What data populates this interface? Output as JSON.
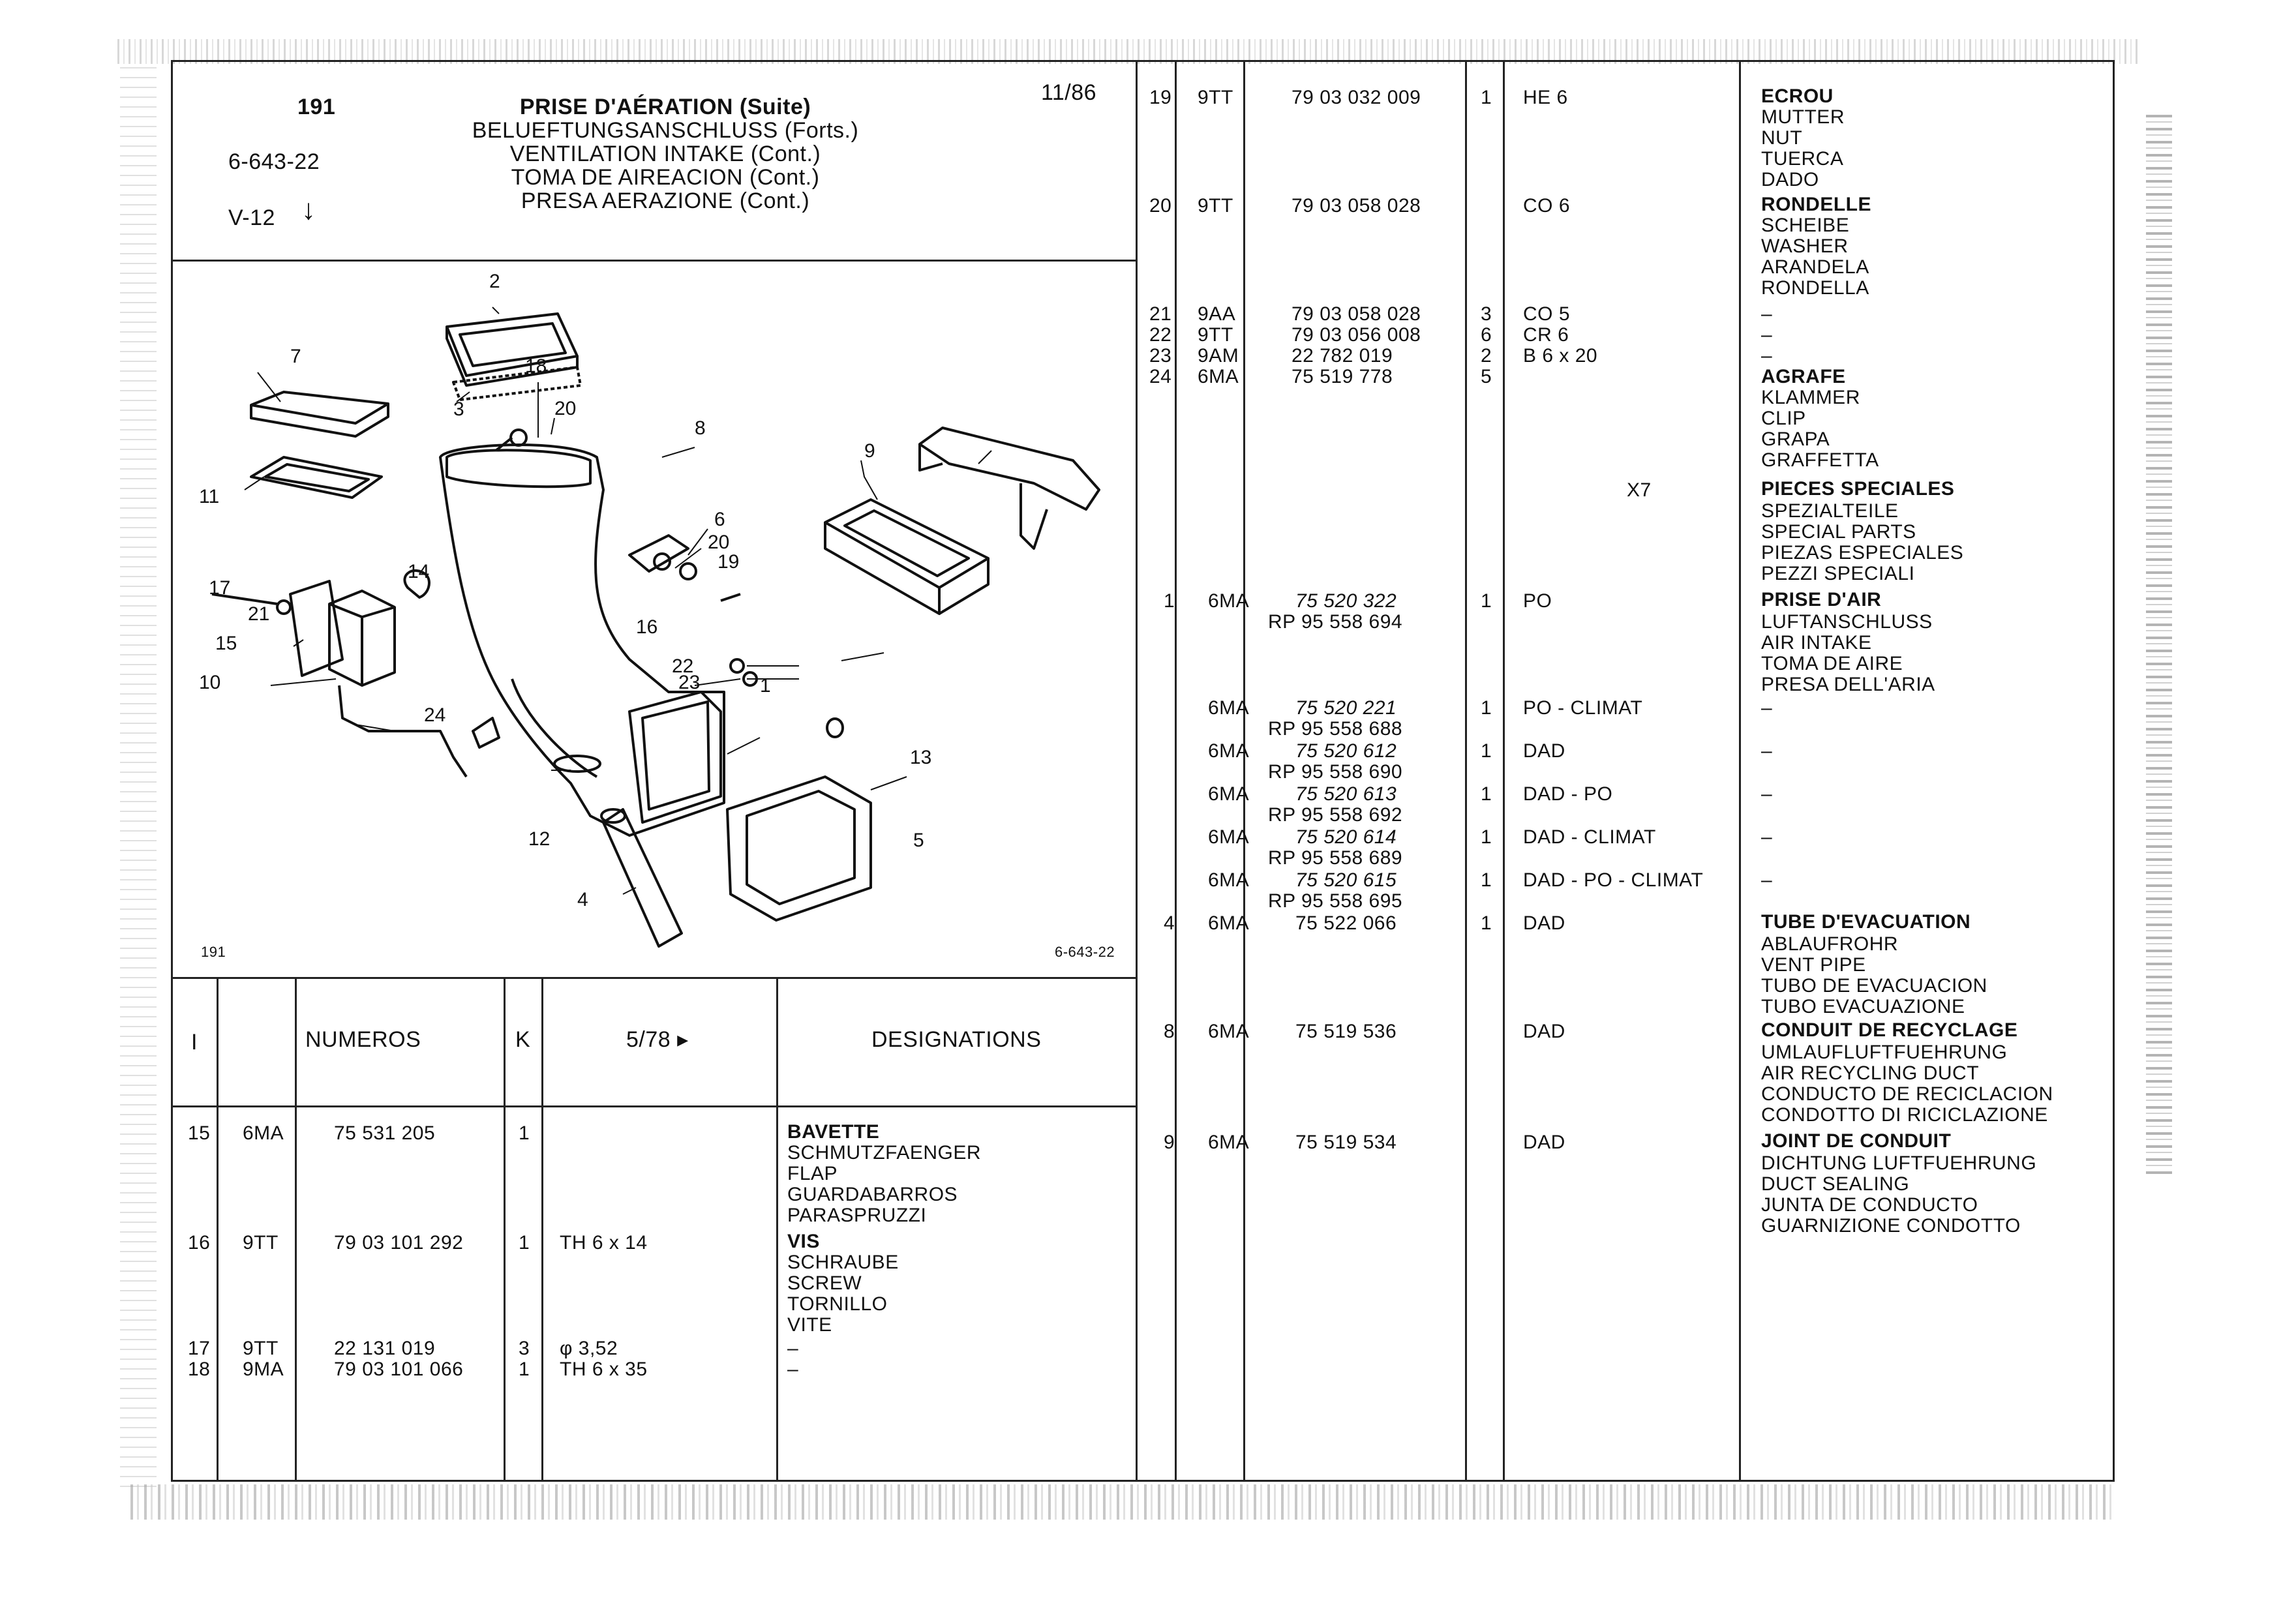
{
  "header": {
    "page_no": "191",
    "date": "11/86",
    "ref": "6-643-22",
    "model": "V-12",
    "titles": [
      "PRISE D'AÉRATION (Suite)",
      "BELUEFTUNGSANSCHLUSS (Forts.)",
      "VENTILATION INTAKE (Cont.)",
      "TOMA DE AIREACION (Cont.)",
      "PRESA AERAZIONE (Cont.)"
    ]
  },
  "figure": {
    "caption_left": "191",
    "caption_right": "6-643-22",
    "callouts": [
      "1",
      "2",
      "3",
      "4",
      "5",
      "6",
      "7",
      "8",
      "9",
      "10",
      "11",
      "12",
      "13",
      "14",
      "15",
      "16",
      "17",
      "18",
      "19",
      "20",
      "20",
      "21",
      "22",
      "23",
      "24"
    ]
  },
  "left_table": {
    "headers": [
      "I",
      "NUMEROS",
      "K",
      "5/78 ▸",
      "DESIGNATIONS"
    ],
    "rows": [
      {
        "item": "15",
        "code": "6MA",
        "number": "75 531 205",
        "qty": "1",
        "spec": "",
        "designations": [
          "BAVETTE",
          "SCHMUTZFAENGER",
          "FLAP",
          "GUARDABARROS",
          "PARASPRUZZI"
        ]
      },
      {
        "item": "16",
        "code": "9TT",
        "number": "79 03 101 292",
        "qty": "1",
        "spec": "TH 6 x 14",
        "designations": [
          "VIS",
          "SCHRAUBE",
          "SCREW",
          "TORNILLO",
          "VITE"
        ]
      },
      {
        "item": "17",
        "code": "9TT",
        "number": "22 131 019",
        "qty": "3",
        "spec": "φ 3,52",
        "designations": [
          "–"
        ]
      },
      {
        "item": "18",
        "code": "9MA",
        "number": "79 03 101 066",
        "qty": "1",
        "spec": "TH 6 x 35",
        "designations": [
          "–"
        ]
      }
    ]
  },
  "right_table": {
    "rows": [
      {
        "item": "19",
        "code": "9TT",
        "number": "79 03 032 009",
        "qty": "1",
        "spec": "HE 6",
        "designations": [
          "ECROU",
          "MUTTER",
          "NUT",
          "TUERCA",
          "DADO"
        ]
      },
      {
        "item": "20",
        "code": "9TT",
        "number": "79 03 058 028",
        "qty": "",
        "spec": "CO 6",
        "designations": [
          "RONDELLE",
          "SCHEIBE",
          "WASHER",
          "ARANDELA",
          "RONDELLA"
        ]
      },
      {
        "item": "21",
        "code": "9AA",
        "number": "79 03 058 028",
        "qty": "3",
        "spec": "CO 5",
        "designations": [
          "–"
        ]
      },
      {
        "item": "22",
        "code": "9TT",
        "number": "79 03 056 008",
        "qty": "6",
        "spec": "CR 6",
        "designations": [
          "–"
        ]
      },
      {
        "item": "23",
        "code": "9AM",
        "number": "22 782 019",
        "qty": "2",
        "spec": "B 6 x 20",
        "designations": [
          "–"
        ]
      },
      {
        "item": "24",
        "code": "6MA",
        "number": "75 519 778",
        "qty": "5",
        "spec": "",
        "designations": [
          "AGRAFE",
          "KLAMMER",
          "CLIP",
          "GRAPA",
          "GRAFFETTA"
        ]
      },
      {
        "item": "",
        "code": "",
        "number": "",
        "qty": "",
        "spec": "X7",
        "designations": [
          "PIECES SPECIALES",
          "SPEZIALTEILE",
          "SPECIAL PARTS",
          "PIEZAS ESPECIALES",
          "PEZZI SPECIALI"
        ]
      },
      {
        "item": "1",
        "code": "6MA",
        "number": "75 520 322",
        "number2": "RP 95 558 694",
        "qty": "1",
        "spec": "PO",
        "designations": [
          "PRISE D'AIR",
          "LUFTANSCHLUSS",
          "AIR INTAKE",
          "TOMA DE AIRE",
          "PRESA DELL'ARIA"
        ]
      },
      {
        "item": "",
        "code": "6MA",
        "number": "75 520 221",
        "number2": "RP 95 558 688",
        "qty": "1",
        "spec": "PO - CLIMAT",
        "designations": [
          "–"
        ]
      },
      {
        "item": "",
        "code": "6MA",
        "number": "75 520 612",
        "number2": "RP 95 558 690",
        "qty": "1",
        "spec": "DAD",
        "designations": [
          "–"
        ]
      },
      {
        "item": "",
        "code": "6MA",
        "number": "75 520 613",
        "number2": "RP 95 558 692",
        "qty": "1",
        "spec": "DAD - PO",
        "designations": [
          "–"
        ]
      },
      {
        "item": "",
        "code": "6MA",
        "number": "75 520 614",
        "number2": "RP 95 558 689",
        "qty": "1",
        "spec": "DAD - CLIMAT",
        "designations": [
          "–"
        ]
      },
      {
        "item": "",
        "code": "6MA",
        "number": "75 520 615",
        "number2": "RP 95 558 695",
        "qty": "1",
        "spec": "DAD - PO - CLIMAT",
        "designations": [
          "–"
        ]
      },
      {
        "item": "4",
        "code": "6MA",
        "number": "75 522 066",
        "qty": "1",
        "spec": "DAD",
        "designations": [
          "TUBE D'EVACUATION",
          "ABLAUFROHR",
          "VENT PIPE",
          "TUBO DE EVACUACION",
          "TUBO EVACUAZIONE"
        ]
      },
      {
        "item": "8",
        "code": "6MA",
        "number": "75 519 536",
        "qty": "",
        "spec": "DAD",
        "designations": [
          "CONDUIT DE RECYCLAGE",
          "UMLAUFLUFTFUEHRUNG",
          "AIR RECYCLING DUCT",
          "CONDUCTO DE RECICLACION",
          "CONDOTTO DI RICICLAZIONE"
        ]
      },
      {
        "item": "9",
        "code": "6MA",
        "number": "75 519 534",
        "qty": "",
        "spec": "DAD",
        "designations": [
          "JOINT DE CONDUIT",
          "DICHTUNG LUFTFUEHRUNG",
          "DUCT SEALING",
          "JUNTA DE CONDUCTO",
          "GUARNIZIONE CONDOTTO"
        ]
      }
    ]
  }
}
